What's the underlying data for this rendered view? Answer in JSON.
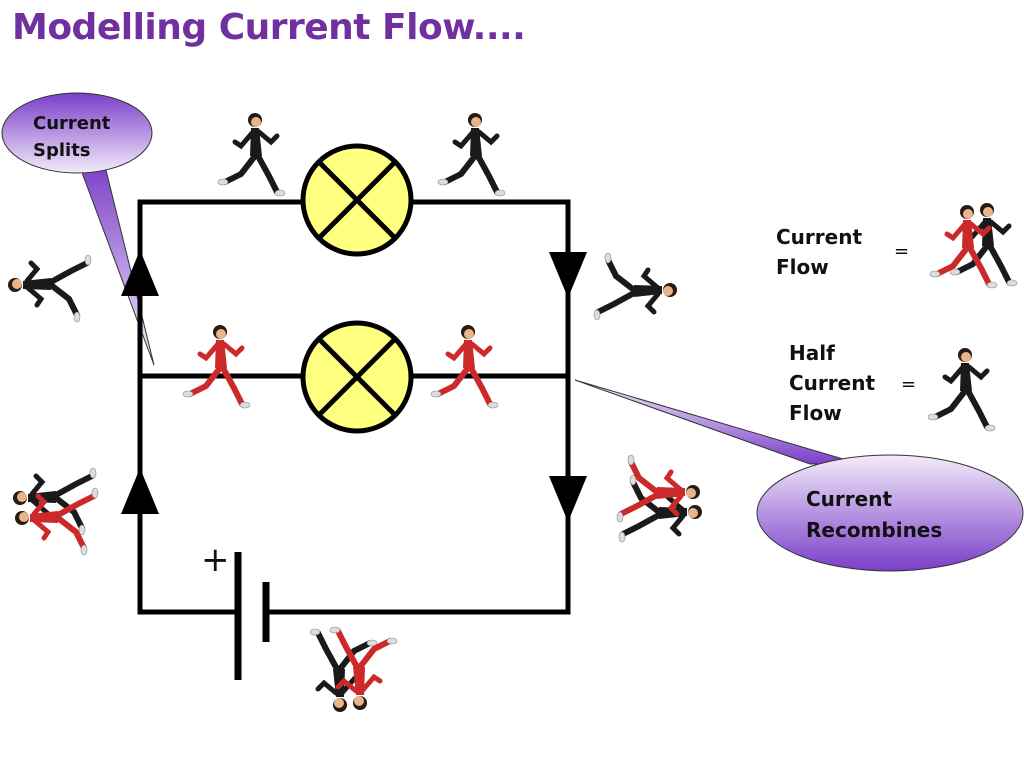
{
  "title": "Modelling Current Flow....",
  "colors": {
    "title": "#7030a0",
    "wire": "#000000",
    "bulb": "#ffff80",
    "callout_top": "#7a3ec8",
    "callout_light": "#f3ecfb",
    "runner_red": "#cc2a2a",
    "runner_black": "#1a1a1a",
    "skin": "#e8b48c"
  },
  "callouts": {
    "splits": [
      "Current",
      "Splits"
    ],
    "recombines": [
      "Current",
      "Recombines"
    ]
  },
  "legend": {
    "current_flow": {
      "label": [
        "Current",
        "Flow"
      ],
      "equals": "="
    },
    "half_current_flow": {
      "label": [
        "Half",
        "Current",
        "Flow"
      ],
      "equals": "="
    }
  },
  "battery": {
    "positive_sign": "+"
  },
  "icons": {
    "bulb": "lamp-cross-icon",
    "arrow": "current-direction-arrow-icon",
    "runner": "runner-figure-icon"
  }
}
